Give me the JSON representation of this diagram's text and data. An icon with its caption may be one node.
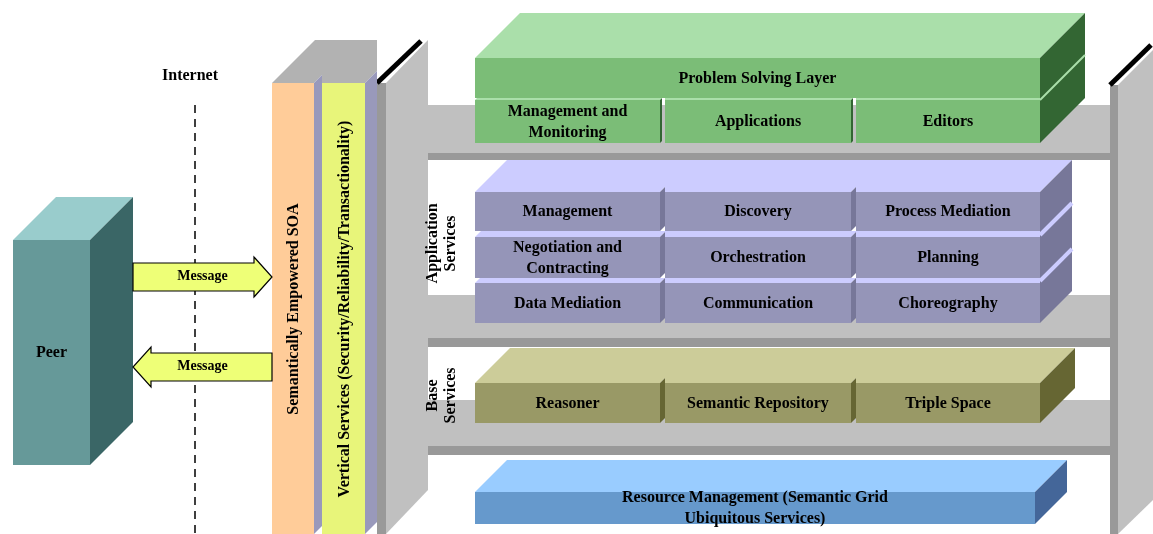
{
  "diagram": {
    "nodes": [
      {
        "text": [
          "Peer"
        ]
      },
      {
        "text": [
          "Semantically Empowered SOA"
        ]
      },
      {
        "text": [
          "Vertical Services (Security/Reliability/Transactionality)"
        ]
      },
      {
        "text": [
          "Problem Solving Layer"
        ]
      },
      {
        "text": [
          "Management and Monitoring"
        ]
      },
      {
        "text": [
          "Applications"
        ]
      },
      {
        "text": [
          "Editors"
        ]
      },
      {
        "text": [
          "Management"
        ]
      },
      {
        "text": [
          "Discovery"
        ]
      },
      {
        "text": [
          "Process Mediation"
        ]
      },
      {
        "text": [
          "Negotiation and Contracting"
        ]
      },
      {
        "text": [
          "Orchestration"
        ]
      },
      {
        "text": [
          "Planning"
        ]
      },
      {
        "text": [
          "Data Mediation"
        ]
      },
      {
        "text": [
          "Communication"
        ]
      },
      {
        "text": [
          "Choreography"
        ]
      },
      {
        "text": [
          "Reasoner"
        ]
      },
      {
        "text": [
          "Semantic Repository"
        ]
      },
      {
        "text": [
          "Triple Space"
        ]
      },
      {
        "text": [
          "Resource Management (Semantic Grid Ubiquitous Services)"
        ]
      }
    ],
    "edges": [
      {
        "from": 0,
        "to": 1,
        "arrow": "to",
        "label": "Message"
      },
      {
        "from": 1,
        "to": 0,
        "arrow": "to",
        "label": "Message"
      }
    ],
    "labels": [
      "Internet",
      "Application Services",
      "Base Services"
    ]
  }
}
